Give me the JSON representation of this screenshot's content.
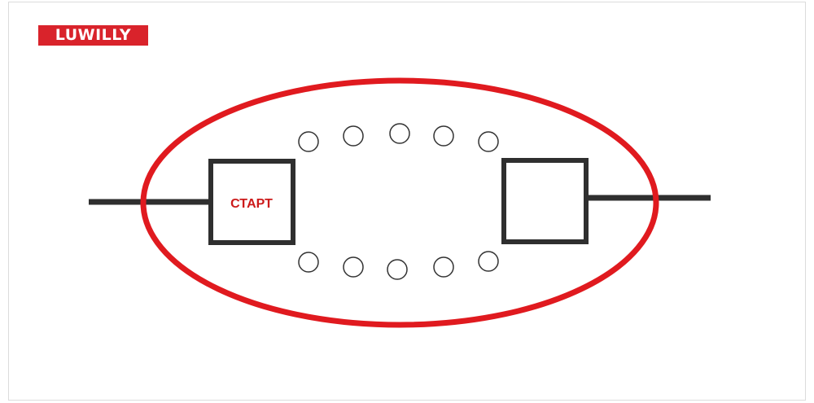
{
  "brand": {
    "logo_text": "LUWILLY",
    "logo_bg_color": "#d9232b"
  },
  "diagram": {
    "start_label": "СТАРТ",
    "ring_color": "#e01a1f",
    "line_color": "#2f2f2f",
    "label_color": "#cc1a1a",
    "upper_marker_count": 5,
    "lower_marker_count": 5
  }
}
